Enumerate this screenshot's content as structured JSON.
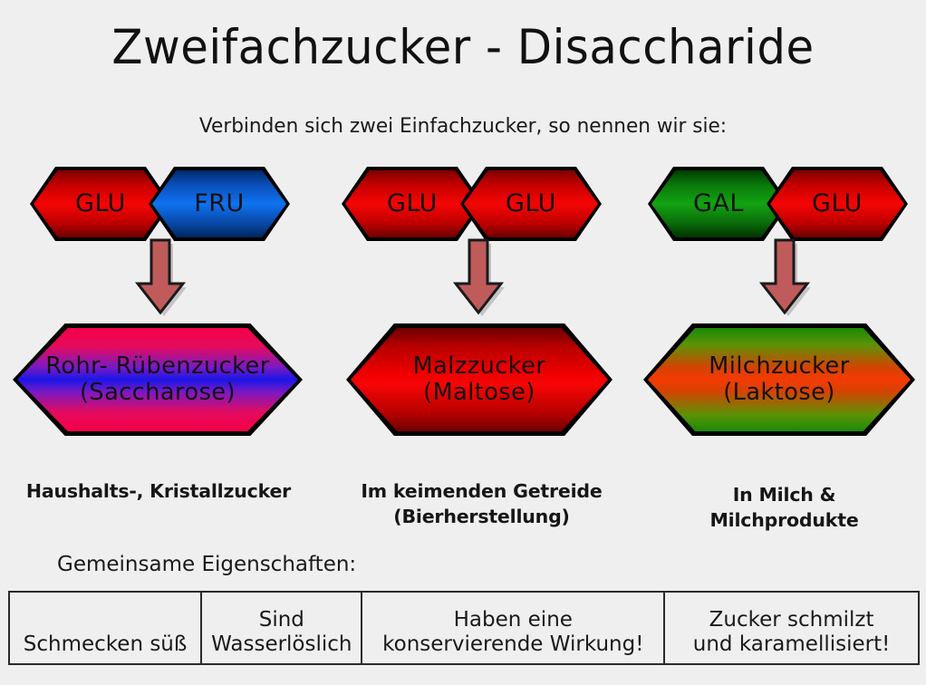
{
  "header": {
    "title": "Zweifachzucker - Disaccharide",
    "subtitle": "Verbinden sich zwei Einfachzucker, so nennen wir sie:"
  },
  "groups": [
    {
      "id": "saccharose",
      "monomers": [
        {
          "label": "GLU",
          "color": "#f50505",
          "gradient": "red"
        },
        {
          "label": "FRU",
          "color": "#0f72f0",
          "gradient": "blue"
        }
      ],
      "arrow_name": "arrow-down-saccharose",
      "product": {
        "label": "Rohr- Rübenzucker\n(Saccharose)",
        "line1": "Rohr- Rübenzucker",
        "line2": "(Saccharose)",
        "gradient": "red-blue-red"
      },
      "caption": "Haushalts-, Kristallzucker"
    },
    {
      "id": "maltose",
      "monomers": [
        {
          "label": "GLU",
          "color": "#f50505",
          "gradient": "red"
        },
        {
          "label": "GLU",
          "color": "#f50505",
          "gradient": "red"
        }
      ],
      "arrow_name": "arrow-down-maltose",
      "product": {
        "label": "Malzzucker\n(Maltose)",
        "line1": "Malzzucker",
        "line2": "(Maltose)",
        "gradient": "red"
      },
      "caption": "Im keimenden Getreide\n(Bierherstellung)"
    },
    {
      "id": "laktose",
      "monomers": [
        {
          "label": "GAL",
          "color": "#12a312",
          "gradient": "green"
        },
        {
          "label": "GLU",
          "color": "#f50505",
          "gradient": "red"
        }
      ],
      "arrow_name": "arrow-down-laktose",
      "product": {
        "label": "Milchzucker\n(Laktose)",
        "line1": "Milchzucker",
        "line2": "(Laktose)",
        "gradient": "green-red-green"
      },
      "caption": "In Milch &\nMilchprodukte"
    }
  ],
  "properties": {
    "heading": "Gemeinsame Eigenschaften:",
    "cells": [
      "Schmecken süß",
      "Sind\nWasserlöslich",
      "Haben eine\nkonservierende Wirkung!",
      "Zucker schmilzt\nund karamellisiert!"
    ]
  },
  "colors": {
    "background": "#efefef",
    "text": "#1a1a1a",
    "outline": "#000000",
    "arrow_fill": "#bf5b5b",
    "arrow_stroke": "#1a1a1a",
    "table_border": "#2a2a2a"
  }
}
